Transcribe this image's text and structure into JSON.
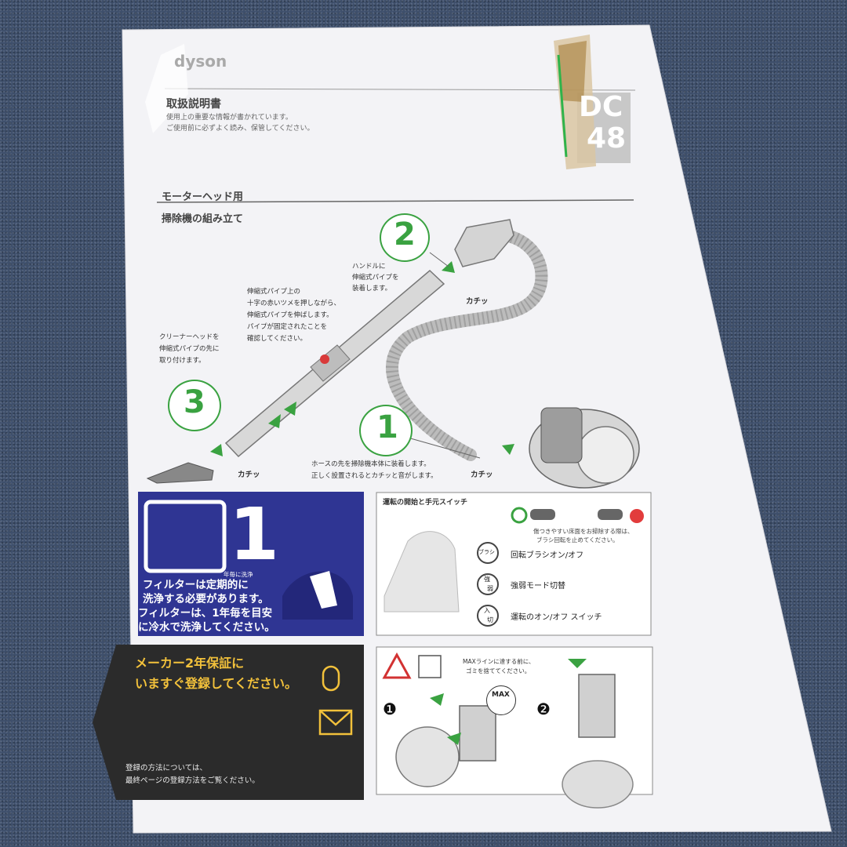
{
  "header": {
    "brand": "dyson",
    "title": "取扱説明書",
    "subtitle_line1": "使用上の重要な情報が書かれています。",
    "subtitle_line2": "ご使用前に必ずよく読み、保管してください。",
    "model_top": "DC",
    "model_bottom": "48"
  },
  "section": {
    "heading1": "モーターヘッド用",
    "heading2": "掃除機の組み立て"
  },
  "steps": [
    {
      "number": "1",
      "text_line1": "ホースの先を掃除機本体に装着します。",
      "text_line2": "正しく設置されるとカチッと音がします。",
      "click": "カチッ"
    },
    {
      "number": "2",
      "text_line1": "ハンドルに",
      "text_line2": "伸縮式パイプを",
      "text_line3": "装着します。",
      "click": "カチッ"
    },
    {
      "number": "3",
      "text_line1": "クリーナーヘッドを",
      "text_line2": "伸縮式パイプの先に",
      "text_line3": "取り付けます。",
      "click": "カチッ"
    }
  ],
  "pipe_note": {
    "line1": "伸縮式パイプ上の",
    "line2": "十字の赤いツメを押しながら、",
    "line3": "伸縮式パイプを伸ばします。",
    "line4": "パイプが固定されたことを",
    "line5": "確認してください。"
  },
  "filter_panel": {
    "big_number": "1",
    "caption": "年毎に洗浄",
    "line1": "フィルターは定期的に",
    "line2": "洗浄する必要があります。",
    "line3": "フィルターは、1年毎を目安",
    "line4": "に冷水で洗浄してください。",
    "bg_color": "#2f3593"
  },
  "switch_panel": {
    "title": "運転の開始と手元スイッチ",
    "note_line1": "傷つきやすい床面をお掃除する際は、",
    "note_line2": "ブラシ回転を止めてください。",
    "rows": [
      {
        "badge": "ブラシ",
        "label": "回転ブラシオン/オフ"
      },
      {
        "badge1": "強",
        "badge2": "弱",
        "label": "強弱モード切替"
      },
      {
        "badge1": "入",
        "badge2": "切",
        "label": "運転のオン/オフ スイッチ"
      }
    ]
  },
  "warranty_panel": {
    "line1": "メーカー2年保証に",
    "line2": "いますぐ登録してください。",
    "foot1": "登録の方法については、",
    "foot2": "最終ページの登録方法をご覧ください。",
    "bg_color": "#2b2b2b",
    "accent_color": "#f2c13b"
  },
  "empty_panel": {
    "note_line1": "MAXラインに達する前に、",
    "note_line2": "ゴミを捨ててください。",
    "max_label": "MAX",
    "step1": "❶",
    "step2": "❷"
  },
  "colors": {
    "green": "#3aa241",
    "paper": "#f3f3f5"
  }
}
